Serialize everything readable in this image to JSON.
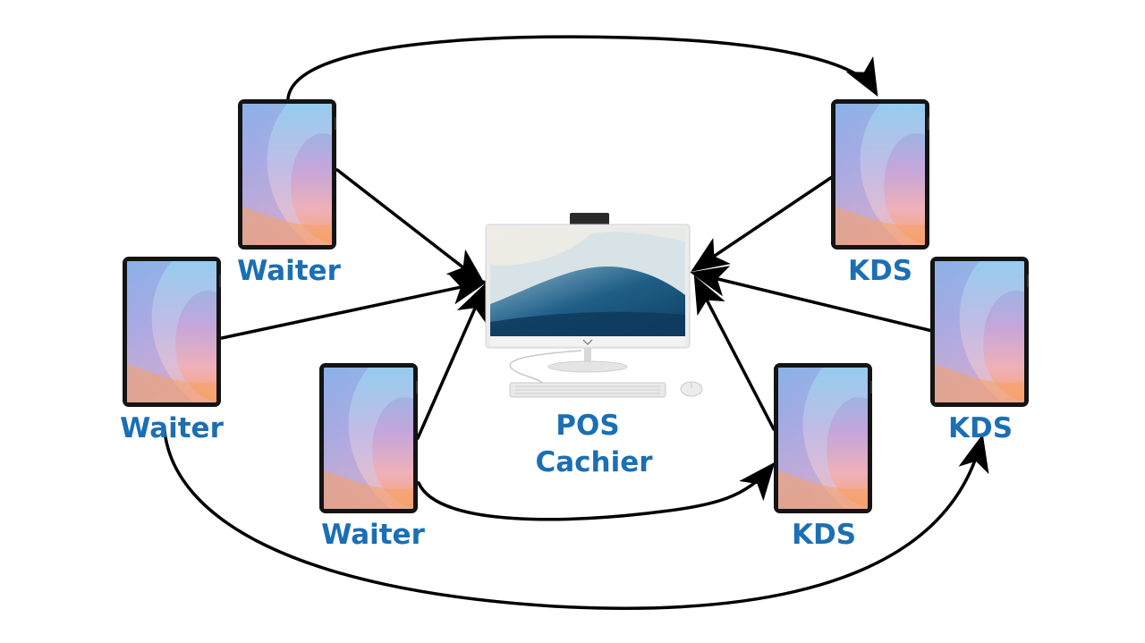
{
  "diagram": {
    "colors": {
      "label": "#1b6fb4",
      "arrow": "#000000",
      "device_frame": "#111111",
      "monitor_frame": "#e9e9e9"
    },
    "nodes": {
      "waiter_top": {
        "label": "Waiter",
        "icon": "tablet-icon"
      },
      "waiter_left": {
        "label": "Waiter",
        "icon": "tablet-icon"
      },
      "waiter_bottom": {
        "label": "Waiter",
        "icon": "tablet-icon"
      },
      "kds_top": {
        "label": "KDS",
        "icon": "tablet-icon"
      },
      "kds_right": {
        "label": "KDS",
        "icon": "tablet-icon"
      },
      "kds_bottom": {
        "label": "KDS",
        "icon": "tablet-icon"
      },
      "pos": {
        "label_line1": "POS",
        "label_line2": "Cachier",
        "icon": "all-in-one-computer-icon"
      }
    }
  }
}
